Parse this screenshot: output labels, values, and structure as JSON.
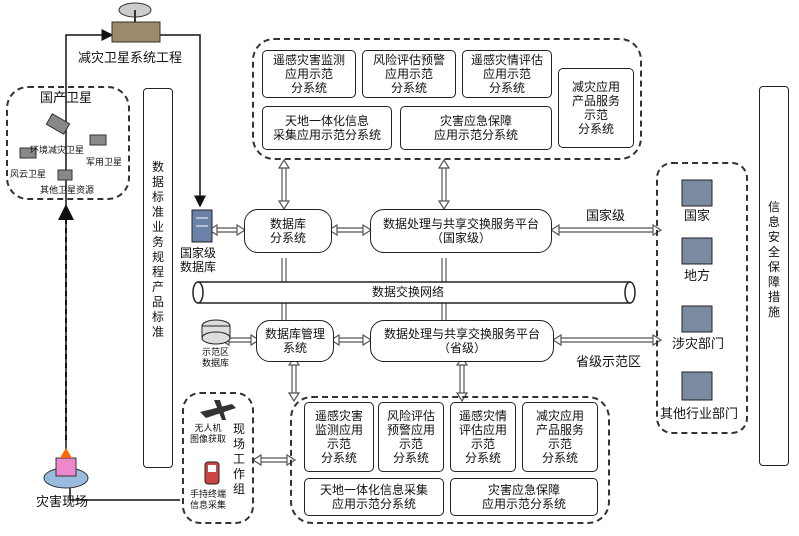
{
  "satellite_project": "减灾卫星系统工程",
  "domestic_satellites": {
    "title": "国产卫星",
    "env_sat": "环境减灾卫星",
    "military_sat": "军用卫星",
    "fengyun_sat": "风云卫星",
    "other_sat": "其他卫星资源"
  },
  "standards_column": "数据标准 业务规程 产品标准",
  "security_column": "信息安全保障措施",
  "national_db": "国家级\n数据库",
  "demo_db": "示范区\n数据库",
  "national_db_subsystem": "数据库\n分系统",
  "national_platform": "数据处理与共享交换服务平台\n（国家级）",
  "national_level": "国家级",
  "exchange_network": "数据交换网络",
  "provincial_db_subsystem": "数据库管理\n系统",
  "provincial_platform": "数据处理与共享交换服务平台\n（省级）",
  "provincial_demo_area": "省级示范区",
  "top_group": {
    "apps": [
      "遥感灾害监测\n应用示范\n分系统",
      "风险评估预警\n应用示范\n分系统",
      "遥感灾情评估\n应用示范\n分系统",
      "减灾应用\n产品服务\n示范\n分系统",
      "天地一体化信息\n采集应用示范分系统",
      "灾害应急保障\n应用示范分系统"
    ]
  },
  "bottom_group": {
    "apps": [
      "遥感灾害\n监测应用\n示范\n分系统",
      "风险评估\n预警应用\n示范\n分系统",
      "遥感灾情\n评估应用\n示范\n分系统",
      "减灾应用\n产品服务\n示范\n分系统",
      "天地一体化信息采集\n应用示范分系统",
      "灾害应急保障\n应用示范分系统"
    ]
  },
  "users": [
    "国家",
    "地方",
    "涉灾部门",
    "其他行业部门"
  ],
  "field_group": {
    "title": "现场工作组",
    "uav": "无人机\n图像获取",
    "handheld": "手持终端\n信息采集"
  },
  "disaster_site": "灾害现场"
}
